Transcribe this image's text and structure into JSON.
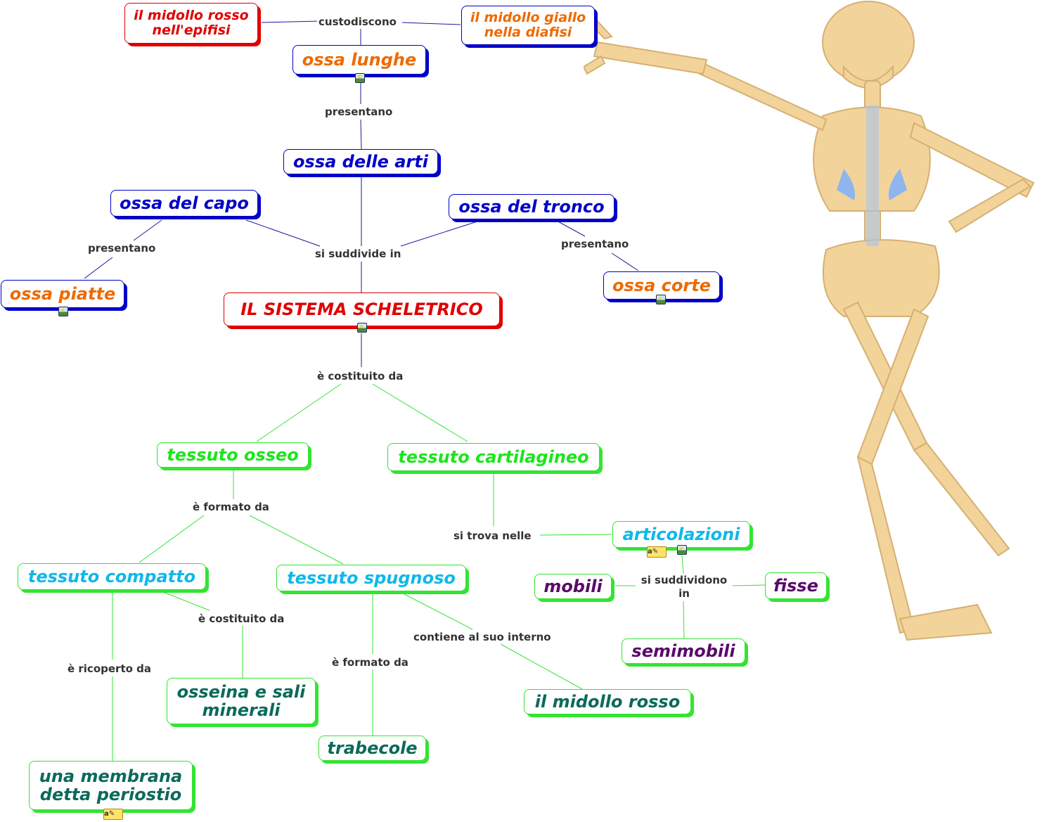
{
  "colors": {
    "red": "#e00000",
    "blue": "#0000c8",
    "orange": "#ee6a00",
    "green": "#1ae61a",
    "cyan": "#10b8e8",
    "teal": "#0b6a5a",
    "purple": "#5a0a6a",
    "blue_line": "#1a1aa0",
    "green_line": "#33e433"
  },
  "nodes": {
    "midollo_rosso_epifisi": "il midollo rosso nell'epifisi",
    "midollo_giallo_diafisi": "il midollo giallo nella diafisi",
    "ossa_lunghe": "ossa lunghe",
    "ossa_delle_arti": "ossa delle arti",
    "ossa_del_capo": "ossa del capo",
    "ossa_del_tronco": "ossa del tronco",
    "ossa_piatte": "ossa piatte",
    "ossa_corte": "ossa corte",
    "sistema_scheletrico": "IL SISTEMA SCHELETRICO",
    "tessuto_osseo": "tessuto osseo",
    "tessuto_cartilagineo": "tessuto cartilagineo",
    "articolazioni": "articolazioni",
    "mobili": "mobili",
    "fisse": "fisse",
    "semimobili": "semimobili",
    "tessuto_compatto": "tessuto compatto",
    "tessuto_spugnoso": "tessuto spugnoso",
    "osseina": "osseina e sali minerali",
    "trabecole": "trabecole",
    "midollo_rosso": "il midollo rosso",
    "membrana": "una membrana detta periostio"
  },
  "links": {
    "custodiscono": "custodiscono",
    "presentano_lunghe": "presentano",
    "si_suddivide_in": "si suddivide in",
    "presentano_capo": "presentano",
    "presentano_tronco": "presentano",
    "costituito_da": "è costituito da",
    "formato_da_osseo": "è formato da",
    "si_trova_nelle": "si trova nelle",
    "si_suddividono_in": "si suddividono in",
    "costituito_da_compatto": "è costituito da",
    "ricoperto_da": "è ricoperto da",
    "contiene": "contiene al suo interno",
    "formato_da_spugnoso": "è formato da"
  },
  "icons": {
    "image": "image-icon",
    "note": "note-icon",
    "skeleton": "skeleton-illustration"
  }
}
